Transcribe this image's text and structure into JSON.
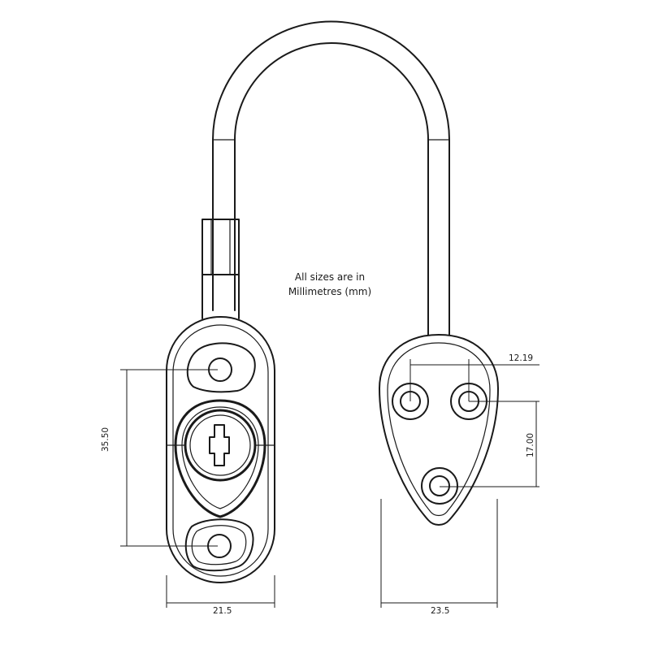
{
  "note": {
    "line1": "All sizes are in",
    "line2": "Millimetres (mm)"
  },
  "dimensions": {
    "lock_height": "35.50",
    "lock_width": "21.5",
    "bracket_width": "23.5",
    "bracket_hole_spacing": "12.19",
    "bracket_hole_height": "17.00"
  },
  "colors": {
    "line": "#1a1a1a",
    "background": "#ffffff"
  }
}
